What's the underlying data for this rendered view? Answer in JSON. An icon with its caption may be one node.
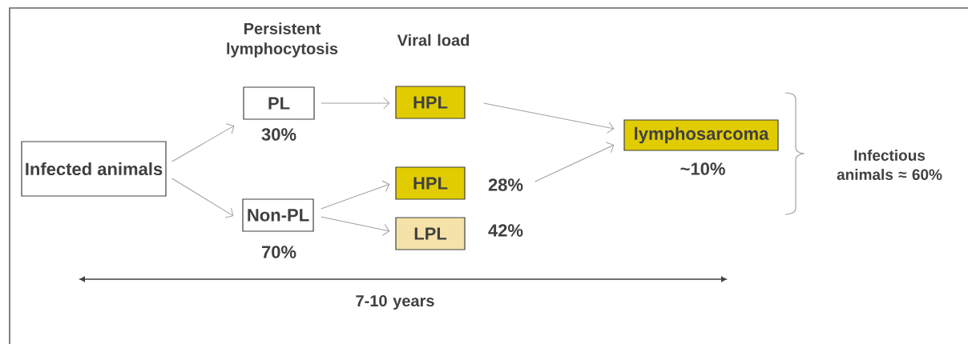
{
  "diagram": {
    "nodes": [
      {
        "text": [
          "Infected animals"
        ]
      },
      {
        "text": [
          "PL"
        ],
        "beside": [
          "30%"
        ]
      },
      {
        "text": [
          "Non-PL"
        ],
        "beside": [
          "70%"
        ]
      },
      {
        "text": [
          "HPL"
        ]
      },
      {
        "text": [
          "HPL"
        ],
        "beside": [
          "28%"
        ]
      },
      {
        "text": [
          "LPL"
        ],
        "beside": [
          "42%"
        ]
      },
      {
        "text": [
          "lymphosarcoma"
        ],
        "beside": [
          "~10%"
        ]
      }
    ],
    "edges": [
      {
        "from": 0,
        "to": 1,
        "arrow": "to"
      },
      {
        "from": 0,
        "to": 2,
        "arrow": "to"
      },
      {
        "from": 1,
        "to": 3,
        "arrow": "to"
      },
      {
        "from": 2,
        "to": 4,
        "arrow": "to"
      },
      {
        "from": 2,
        "to": 5,
        "arrow": "to"
      },
      {
        "from": 3,
        "to": 6,
        "arrow": "to"
      },
      {
        "from": 4,
        "to": 6,
        "arrow": "to"
      }
    ],
    "labels": [
      "Persistent lymphocytosis",
      "Viral load",
      "7-10 years",
      "Infectious animals ≈ 60%"
    ]
  }
}
